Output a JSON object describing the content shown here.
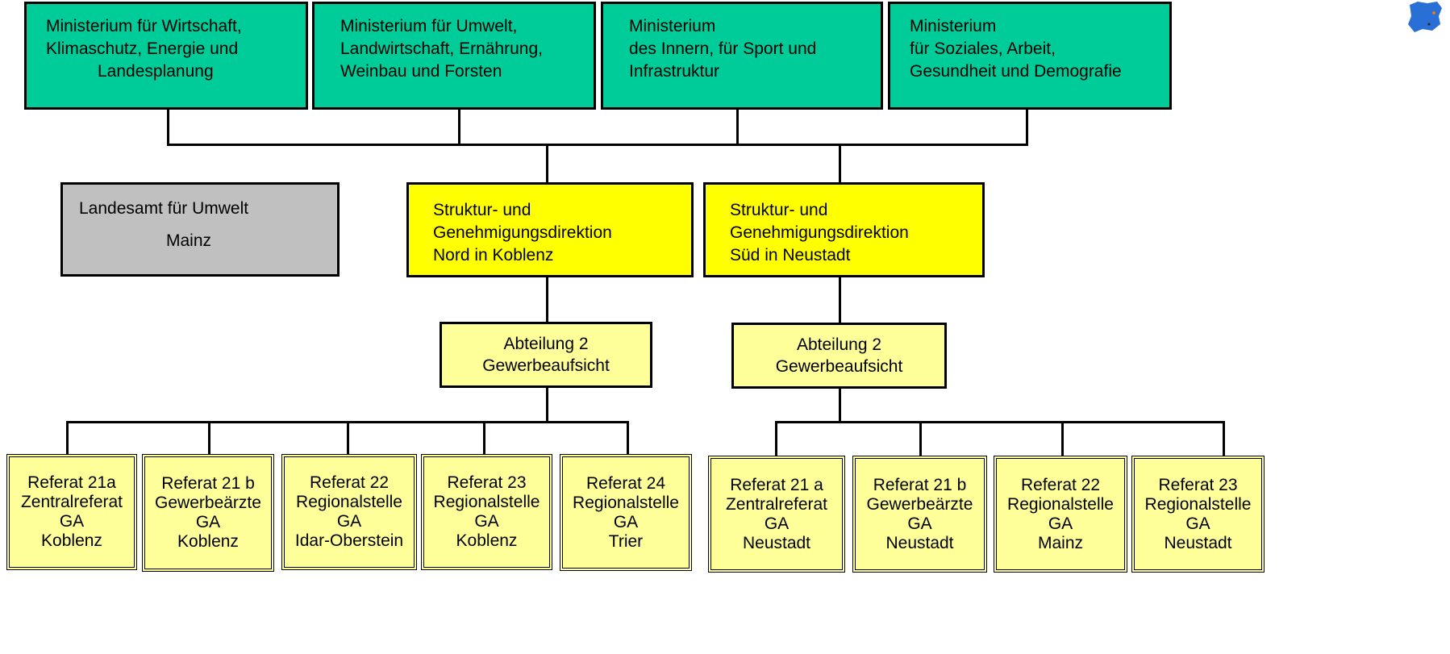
{
  "ministries": [
    {
      "lines": [
        "Ministerium für Wirtschaft,",
        "Klimaschutz, Energie und",
        "Landesplanung"
      ]
    },
    {
      "lines": [
        "Ministerium für Umwelt,",
        "Landwirtschaft, Ernährung,",
        "Weinbau und Forsten"
      ]
    },
    {
      "lines": [
        "Ministerium",
        "des Innern, für Sport und",
        "Infrastruktur"
      ]
    },
    {
      "lines": [
        "Ministerium",
        "für Soziales, Arbeit,",
        "Gesundheit und Demografie"
      ]
    }
  ],
  "landesamt": {
    "line1": "Landesamt für Umwelt",
    "line2": "Mainz"
  },
  "sgd_nord": {
    "lines": [
      "Struktur- und",
      "Genehmigungsdirektion",
      "Nord in Koblenz"
    ]
  },
  "sgd_sued": {
    "lines": [
      "Struktur- und",
      "Genehmigungsdirektion",
      "Süd in Neustadt"
    ]
  },
  "abt_nord": {
    "lines": [
      "Abteilung 2",
      "Gewerbeaufsicht"
    ]
  },
  "abt_sued": {
    "lines": [
      "Abteilung 2",
      "Gewerbeaufsicht"
    ]
  },
  "referate_nord": [
    {
      "lines": [
        "Referat 21a",
        "Zentralreferat",
        "GA",
        "Koblenz"
      ]
    },
    {
      "lines": [
        "Referat 21 b",
        "Gewerbeärzte",
        "GA",
        "Koblenz"
      ]
    },
    {
      "lines": [
        "Referat 22",
        "Regionalstelle",
        "GA",
        "Idar-Oberstein"
      ]
    },
    {
      "lines": [
        "Referat 23",
        "Regionalstelle",
        "GA",
        "Koblenz"
      ]
    },
    {
      "lines": [
        "Referat 24",
        "Regionalstelle",
        "GA",
        "Trier"
      ]
    }
  ],
  "referate_sued": [
    {
      "lines": [
        "Referat 21 a",
        "Zentralreferat",
        "GA",
        "Neustadt"
      ]
    },
    {
      "lines": [
        "Referat 21 b",
        "Gewerbeärzte",
        "GA",
        "Neustadt"
      ]
    },
    {
      "lines": [
        "Referat 22",
        "Regionalstelle",
        "GA",
        "Mainz"
      ]
    },
    {
      "lines": [
        "Referat 23",
        "Regionalstelle",
        "GA",
        "Neustadt"
      ]
    }
  ],
  "colors": {
    "ministry": "#00cc99",
    "landesamt": "#c0c0c0",
    "sgd": "#ffff00",
    "unit": "#ffff99",
    "map": "#2a6fd6"
  },
  "icons": {
    "corner": "map-icon"
  }
}
